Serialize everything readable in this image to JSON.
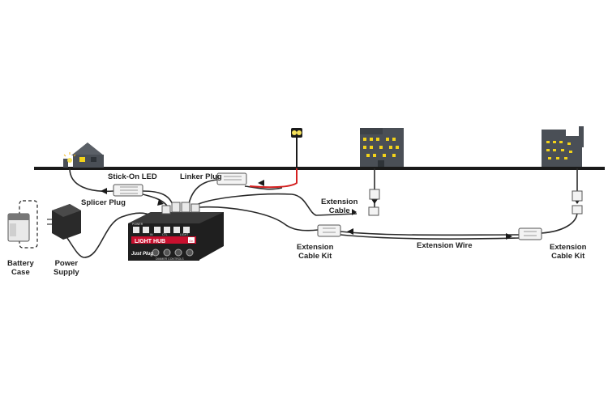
{
  "labels": {
    "stick_on_led": "Stick-On LED",
    "linker_plug": "Linker Plug",
    "splicer_plug": "Splicer Plug",
    "extension_cable": [
      "Extension",
      "Cable"
    ],
    "extension_wire": "Extension Wire",
    "extension_cable_kit_left": [
      "Extension",
      "Cable Kit"
    ],
    "extension_cable_kit_right": [
      "Extension",
      "Cable Kit"
    ],
    "battery_case": [
      "Battery",
      "Case"
    ],
    "power_supply": [
      "Power",
      "Supply"
    ]
  },
  "hub": {
    "title": "LIGHT HUB",
    "brand": "Just Plug",
    "dimmer": "DIMMER CONTROLS",
    "port_power": "POWER",
    "port_in": "IN",
    "port_ctl": "CTL",
    "port_light": "LIGHT",
    "on_label": "On"
  },
  "colors": {
    "ground": "#1a1a1a",
    "wire": "#2a2a2a",
    "red_wire": "#d42020",
    "building": "#4a4f56",
    "window": "#f2d21a",
    "hub_red": "#c8102e",
    "hub_body": "#1f1f1f"
  }
}
